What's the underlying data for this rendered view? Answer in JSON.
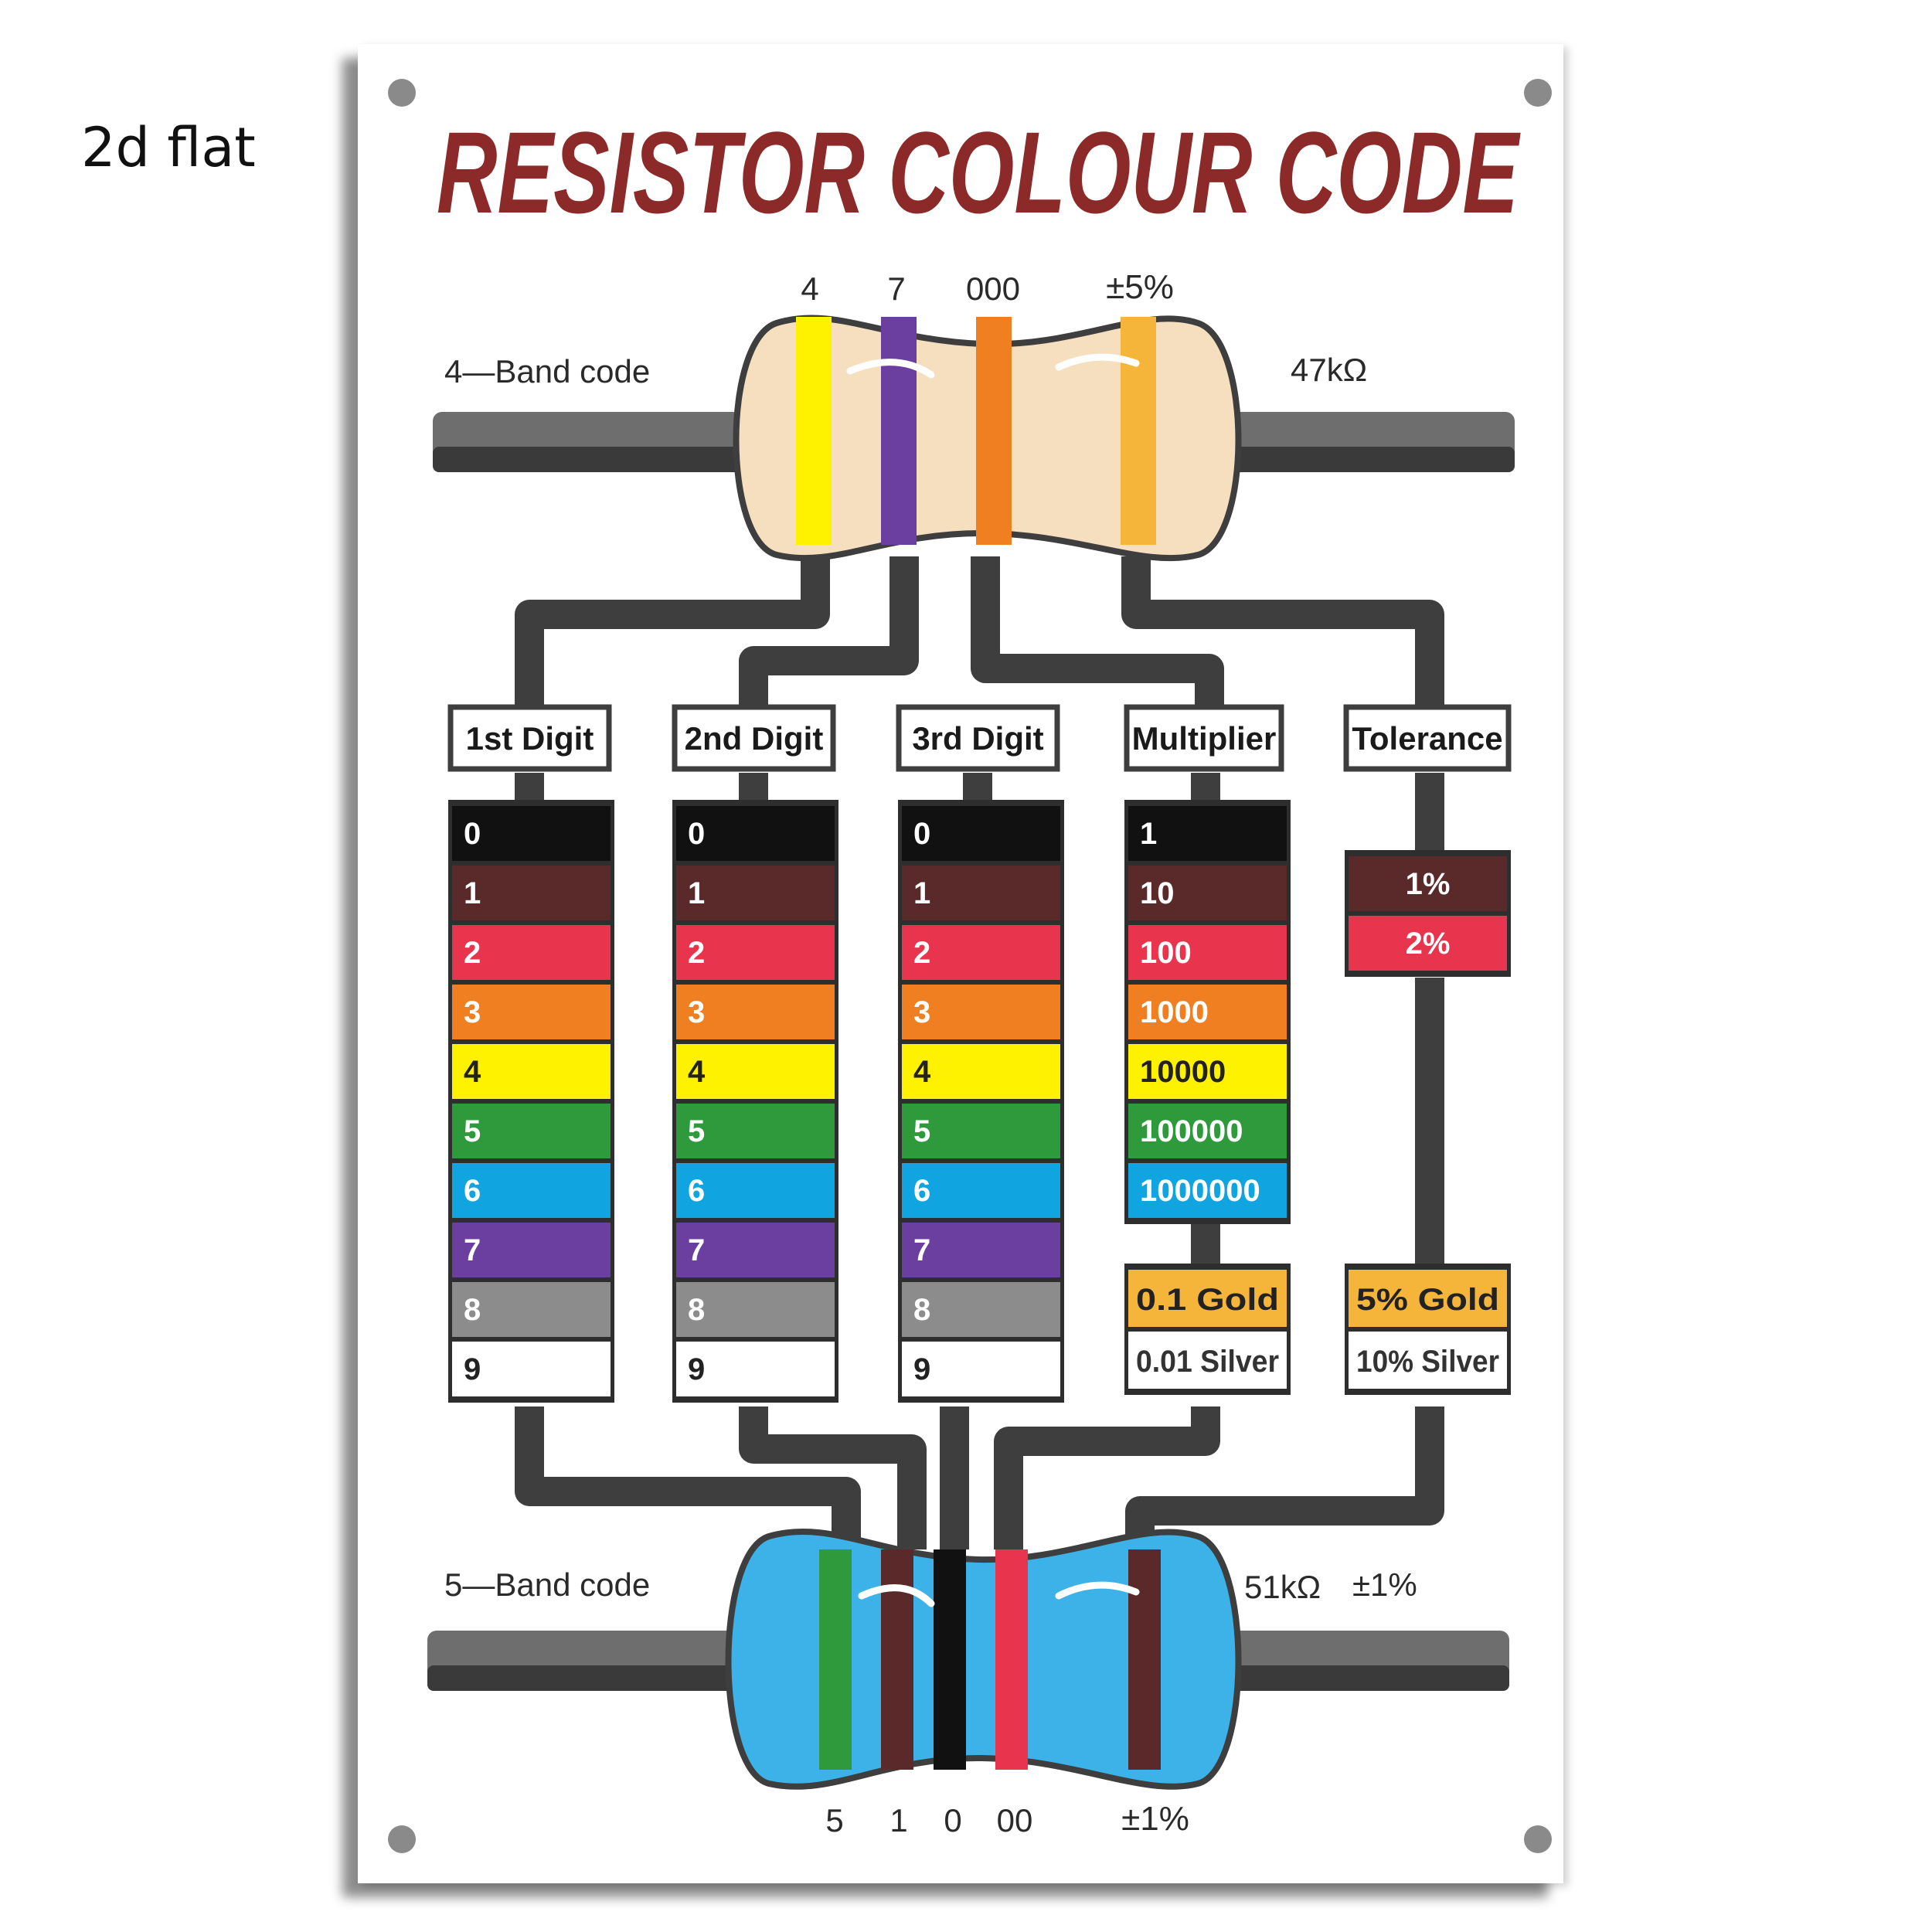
{
  "corner_label": "2d flat",
  "title": "RESISTOR COLOUR CODE",
  "four_band": {
    "label": "4—Band code",
    "value_label": "47kΩ",
    "digits": [
      "4",
      "7",
      "000",
      "±5%"
    ],
    "body_color": "#f5dfbf",
    "bands": [
      "#fff200",
      "#6a3fa0",
      "#f07f22",
      "#f5b53a"
    ]
  },
  "five_band": {
    "label": "5—Band code",
    "value_label": "51kΩ",
    "tolerance_label": "±1%",
    "digits": [
      "5",
      "1",
      "0",
      "00",
      "±1%"
    ],
    "body_color": "#3cb2e8",
    "bands": [
      "#2f9a3b",
      "#5a2a2a",
      "#111111",
      "#e8344c",
      "#5a2a2a"
    ]
  },
  "columns": [
    {
      "header": "1st Digit",
      "rows": [
        {
          "text": "0",
          "color": "#111111",
          "text_color": "#ffffff"
        },
        {
          "text": "1",
          "color": "#5a2a2a",
          "text_color": "#ffffff"
        },
        {
          "text": "2",
          "color": "#e8344c",
          "text_color": "#ffffff"
        },
        {
          "text": "3",
          "color": "#f07f22",
          "text_color": "#ffffff"
        },
        {
          "text": "4",
          "color": "#fff200",
          "text_color": "#222222"
        },
        {
          "text": "5",
          "color": "#2f9a3b",
          "text_color": "#ffffff"
        },
        {
          "text": "6",
          "color": "#10a4e0",
          "text_color": "#ffffff"
        },
        {
          "text": "7",
          "color": "#6a3fa0",
          "text_color": "#ffffff"
        },
        {
          "text": "8",
          "color": "#8c8c8c",
          "text_color": "#ffffff"
        },
        {
          "text": "9",
          "color": "#ffffff",
          "text_color": "#222222"
        }
      ]
    },
    {
      "header": "2nd Digit",
      "rows": [
        {
          "text": "0",
          "color": "#111111",
          "text_color": "#ffffff"
        },
        {
          "text": "1",
          "color": "#5a2a2a",
          "text_color": "#ffffff"
        },
        {
          "text": "2",
          "color": "#e8344c",
          "text_color": "#ffffff"
        },
        {
          "text": "3",
          "color": "#f07f22",
          "text_color": "#ffffff"
        },
        {
          "text": "4",
          "color": "#fff200",
          "text_color": "#222222"
        },
        {
          "text": "5",
          "color": "#2f9a3b",
          "text_color": "#ffffff"
        },
        {
          "text": "6",
          "color": "#10a4e0",
          "text_color": "#ffffff"
        },
        {
          "text": "7",
          "color": "#6a3fa0",
          "text_color": "#ffffff"
        },
        {
          "text": "8",
          "color": "#8c8c8c",
          "text_color": "#ffffff"
        },
        {
          "text": "9",
          "color": "#ffffff",
          "text_color": "#222222"
        }
      ]
    },
    {
      "header": "3rd Digit",
      "rows": [
        {
          "text": "0",
          "color": "#111111",
          "text_color": "#ffffff"
        },
        {
          "text": "1",
          "color": "#5a2a2a",
          "text_color": "#ffffff"
        },
        {
          "text": "2",
          "color": "#e8344c",
          "text_color": "#ffffff"
        },
        {
          "text": "3",
          "color": "#f07f22",
          "text_color": "#ffffff"
        },
        {
          "text": "4",
          "color": "#fff200",
          "text_color": "#222222"
        },
        {
          "text": "5",
          "color": "#2f9a3b",
          "text_color": "#ffffff"
        },
        {
          "text": "6",
          "color": "#10a4e0",
          "text_color": "#ffffff"
        },
        {
          "text": "7",
          "color": "#6a3fa0",
          "text_color": "#ffffff"
        },
        {
          "text": "8",
          "color": "#8c8c8c",
          "text_color": "#ffffff"
        },
        {
          "text": "9",
          "color": "#ffffff",
          "text_color": "#222222"
        }
      ]
    },
    {
      "header": "Multiplier",
      "rows": [
        {
          "text": "1",
          "color": "#111111",
          "text_color": "#ffffff"
        },
        {
          "text": "10",
          "color": "#5a2a2a",
          "text_color": "#ffffff"
        },
        {
          "text": "100",
          "color": "#e8344c",
          "text_color": "#ffffff"
        },
        {
          "text": "1000",
          "color": "#f07f22",
          "text_color": "#ffffff"
        },
        {
          "text": "10000",
          "color": "#fff200",
          "text_color": "#222222"
        },
        {
          "text": "100000",
          "color": "#2f9a3b",
          "text_color": "#ffffff"
        },
        {
          "text": "1000000",
          "color": "#10a4e0",
          "text_color": "#ffffff"
        }
      ],
      "extra": [
        {
          "text": "0.1 Gold",
          "color": "#f5b53a",
          "text_color": "#222222"
        },
        {
          "text": "0.01 Silver",
          "color": "#ffffff",
          "text_color": "#333333"
        }
      ]
    },
    {
      "header": "Tolerance",
      "rows": [
        {
          "text": "1%",
          "color": "#5a2a2a",
          "text_color": "#ffffff"
        },
        {
          "text": "2%",
          "color": "#e8344c",
          "text_color": "#ffffff"
        }
      ],
      "extra": [
        {
          "text": "5% Gold",
          "color": "#f5b53a",
          "text_color": "#222222"
        },
        {
          "text": "10% Silver",
          "color": "#ffffff",
          "text_color": "#333333"
        }
      ]
    }
  ],
  "colors": {
    "title": "#8b2a28",
    "wire": "#3e3e3e",
    "lead": "#6e6e6e"
  }
}
